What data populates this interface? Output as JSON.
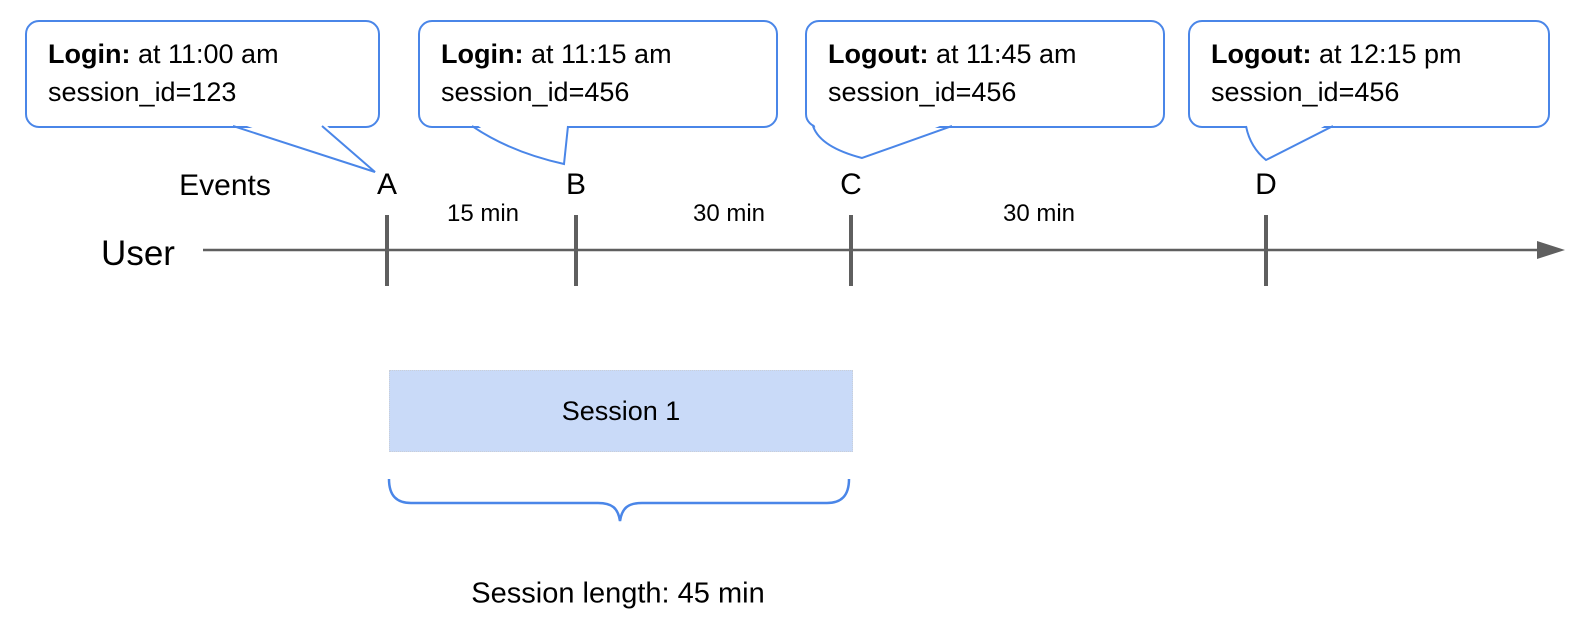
{
  "callouts": [
    {
      "event": "A",
      "type": "Login:",
      "time": " at 11:00 am",
      "session": "session_id=123"
    },
    {
      "event": "B",
      "type": "Login:",
      "time": " at 11:15 am",
      "session": "session_id=456"
    },
    {
      "event": "C",
      "type": "Logout:",
      "time": " at 11:45 am",
      "session": "session_id=456"
    },
    {
      "event": "D",
      "type": "Logout:",
      "time": " at 12:15 pm",
      "session": "session_id=456"
    }
  ],
  "timeline": {
    "axis_label": "User",
    "events_label": "Events",
    "markers": [
      "A",
      "B",
      "C",
      "D"
    ],
    "intervals": [
      {
        "from": "A",
        "to": "B",
        "label": "15 min"
      },
      {
        "from": "B",
        "to": "C",
        "label": "30 min"
      },
      {
        "from": "C",
        "to": "D",
        "label": "30 min"
      }
    ]
  },
  "session": {
    "box_label": "Session 1",
    "start_event": "A",
    "end_event": "C",
    "length_label": "Session length: 45 min"
  },
  "colors": {
    "callout_blue": "#4a86e8",
    "session_fill": "#c9daf8",
    "axis_gray": "#5f5f5f",
    "text": "#000000"
  }
}
